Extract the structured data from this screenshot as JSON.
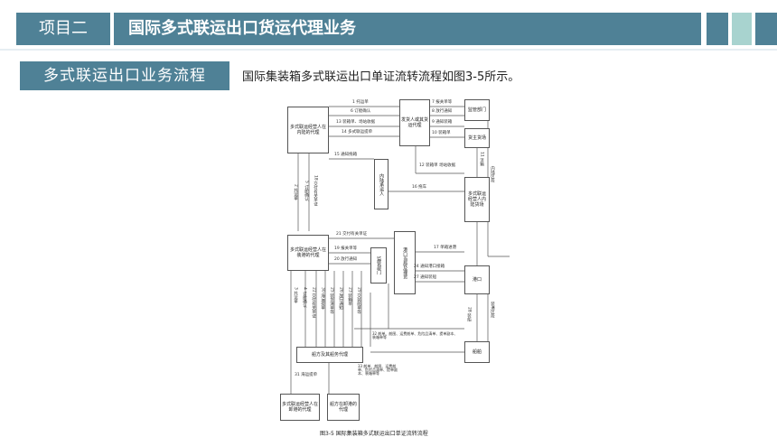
{
  "header": {
    "tag": "项目二",
    "title": "国际多式联运出口货运代理业务"
  },
  "section": {
    "label": "多式联运出口业务流程",
    "intro": "国际集装箱多式联运出口单证流转流程如图3-5所示。"
  },
  "colors": {
    "accent": "#4f8196",
    "accent_light": "#a8d3cf"
  },
  "diagram": {
    "boxes": {
      "mto_inland": "多式联运经营人在内陆的代理",
      "shipper": "发货人或其货运代理",
      "customs_top": "监管部门",
      "shipper_yard": "货主货场",
      "inland_carrier": "内陆承运人",
      "mto_yard": "多式联运经营人内陆货场",
      "mto_port": "多式联运经营人在装港的代理",
      "customs_mid": "监管部门",
      "port_authority": "港口当局及理货",
      "port": "港口",
      "ship_agent": "船方及其船务代理",
      "ship": "船舶",
      "mto_discharge": "多式联运经营人在卸港的代理",
      "ship_agent_discharge": "船方在卸港的代理"
    },
    "labels": {
      "l1": "1 托运单",
      "l6": "6 订舱确认",
      "l13": "13 装箱单、场站收据",
      "l14": "14 多式联运提单",
      "l7": "7 报关单等",
      "l8": "8 放行通知",
      "l9": "9 通知装箱",
      "l10": "10 装箱单",
      "l11": "11 流箱",
      "l12": "12 装箱单 场站收据",
      "l15": "15 通知拖箱",
      "l16": "16 拖车",
      "l2": "2 托运单",
      "l5": "5 订舱确认",
      "l18": "18 交付有关单证",
      "inland_section": "内陆区段",
      "l21": "21 交付有关单证",
      "l19": "19 报关单等",
      "l20": "20 放行通知",
      "l17": "17 单箱进港",
      "l24": "24 通知港口接箱",
      "l27": "27 通知装船",
      "l28": "28 装船",
      "port_section": "装港区段",
      "l3": "3 托运单",
      "l4": "4 订舱确认",
      "l22": "22 交付有关单证",
      "l30": "30 海运提单",
      "l25": "25 装货清单等",
      "l26": "26 放行通知",
      "l23": "23 装箱单",
      "l29": "29 交装船单等",
      "l32": "32 舱单、舱图、运费舱单、危险品清单、提单副本、装箱单等",
      "l31": "31 海运提单",
      "l33": "33 舱单、舱图、运费舱单、危险品清单、提单副本、装箱单等"
    },
    "caption": "图3-5 国际集装箱多式联运出口单证流转流程"
  }
}
